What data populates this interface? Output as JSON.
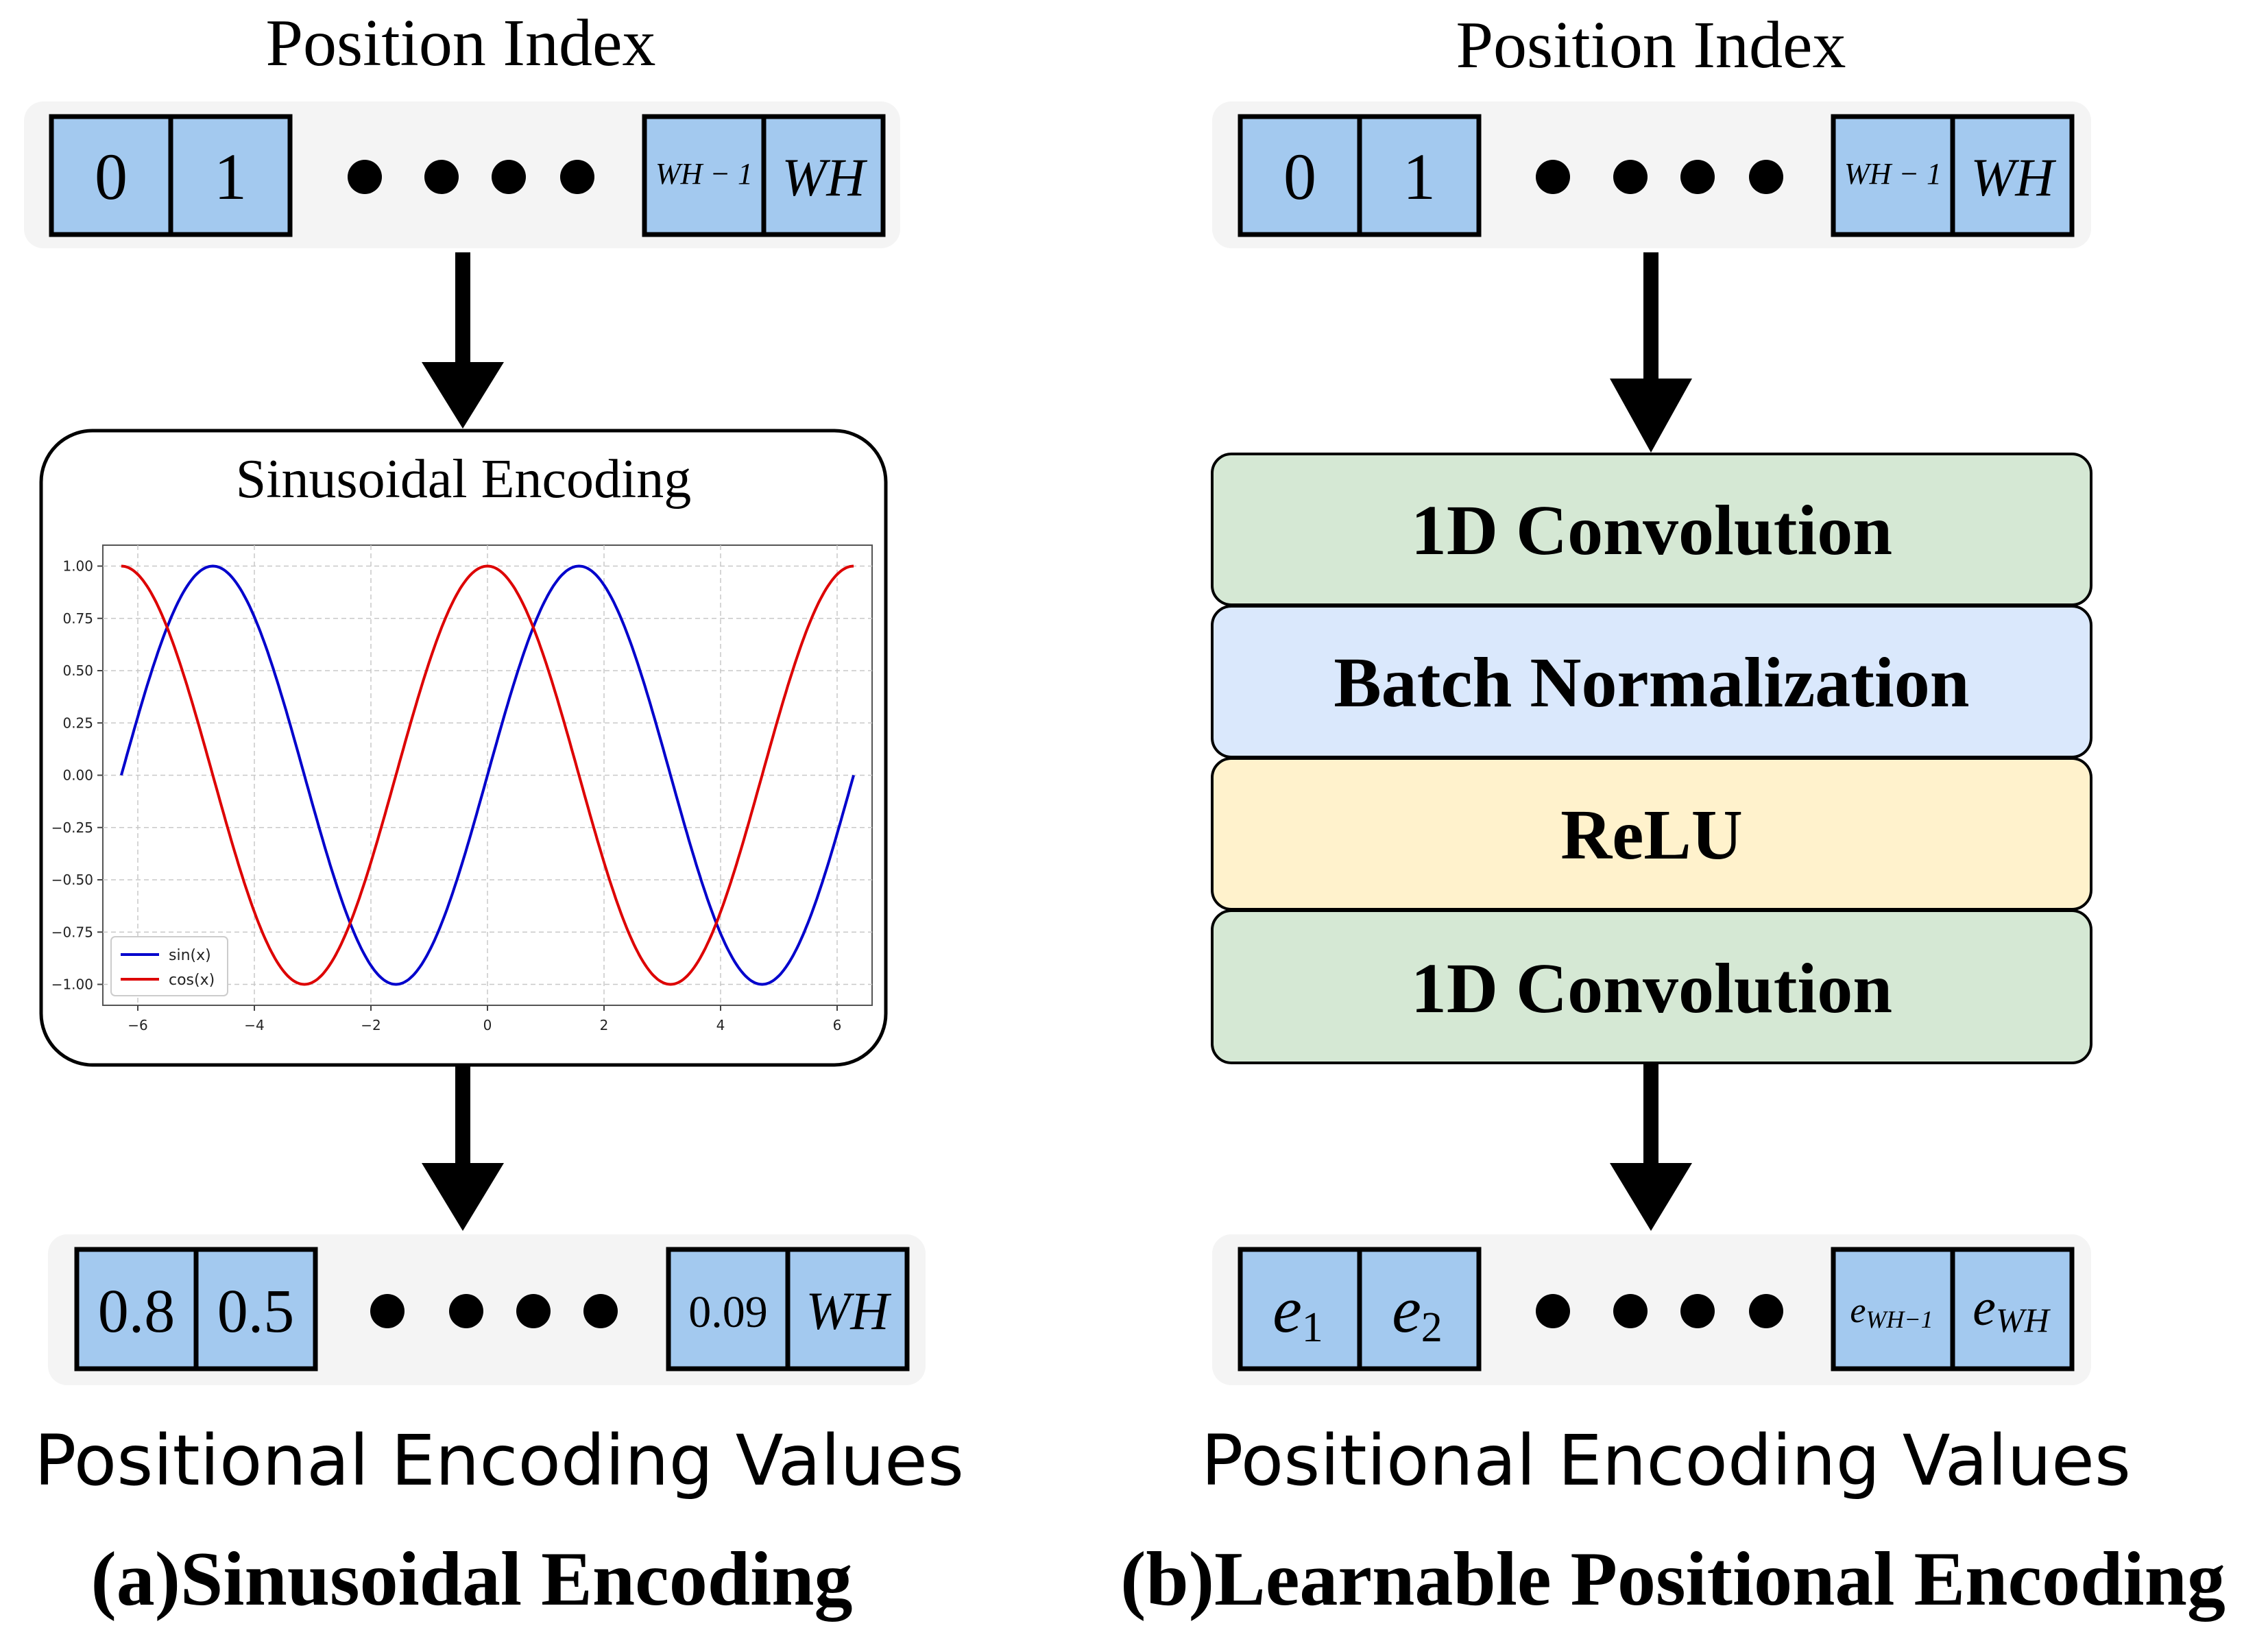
{
  "left": {
    "title": "Position Index",
    "index_cells": [
      "0",
      "1",
      "WH − 1",
      "WH"
    ],
    "encoder_title": "Sinusoidal Encoding",
    "output_cells": [
      "0.8",
      "0.5",
      "0.09",
      "WH"
    ],
    "output_label": "Positional Encoding Values",
    "caption": "(a)Sinusoidal Encoding"
  },
  "right": {
    "title": "Position Index",
    "index_cells": [
      "0",
      "1",
      "WH − 1",
      "WH"
    ],
    "layers": [
      {
        "label": "1D Convolution",
        "color": "#d5e8d4"
      },
      {
        "label": "Batch Normalization",
        "color": "#dae8fc"
      },
      {
        "label": "ReLU",
        "color": "#fff2cc"
      },
      {
        "label": "1D Convolution",
        "color": "#d5e8d4"
      }
    ],
    "output_cells": [
      {
        "base": "e",
        "sub": "1"
      },
      {
        "base": "e",
        "sub": "2"
      },
      {
        "base": "e",
        "sub": "WH−1"
      },
      {
        "base": "e",
        "sub": "WH"
      }
    ],
    "output_label": "Positional Encoding Values",
    "caption": "(b)Learnable Positional Encoding"
  },
  "colors": {
    "cell_fill": "#a3c9ef",
    "tray": "#f4f4f4",
    "sin": "#0000cc",
    "cos": "#dd0000"
  },
  "chart_data": {
    "type": "line",
    "title": "",
    "xlabel": "",
    "ylabel": "",
    "xlim": [
      -6.6,
      6.6
    ],
    "ylim": [
      -1.1,
      1.1
    ],
    "xticks": [
      -6,
      -4,
      -2,
      0,
      2,
      4,
      6
    ],
    "xtick_labels": [
      "−6",
      "−4",
      "−2",
      "0",
      "2",
      "4",
      "6"
    ],
    "yticks": [
      1.0,
      0.75,
      0.5,
      0.25,
      0.0,
      -0.25,
      -0.5,
      -0.75,
      -1.0
    ],
    "ytick_labels": [
      "1.00",
      "0.75",
      "0.50",
      "0.25",
      "0.00",
      "−0.25",
      "−0.50",
      "−0.75",
      "−1.00"
    ],
    "grid": true,
    "legend_position": "bottom-left",
    "x_domain": [
      -6.2832,
      6.2832
    ],
    "series": [
      {
        "name": "sin(x)",
        "function": "sin",
        "color": "#0000cc"
      },
      {
        "name": "cos(x)",
        "function": "cos",
        "color": "#dd0000"
      }
    ]
  }
}
